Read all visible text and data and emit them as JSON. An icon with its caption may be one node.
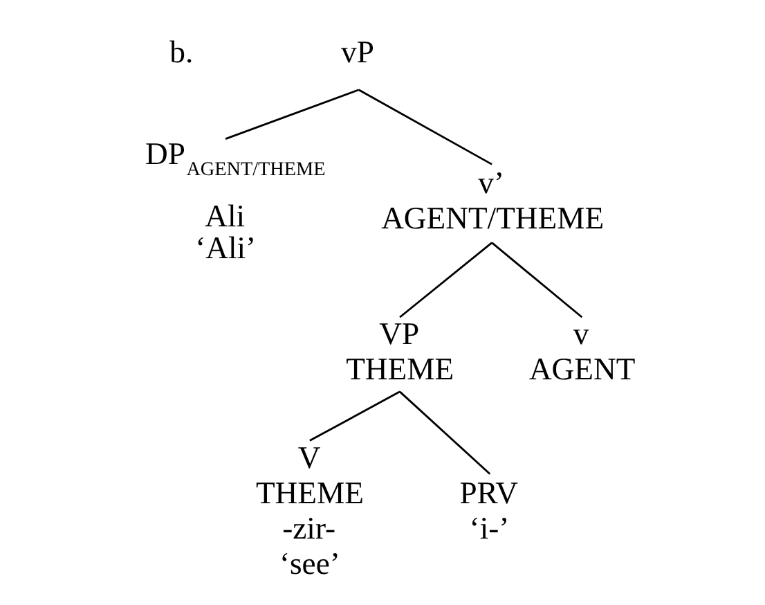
{
  "diagram": {
    "nodes": [
      {
        "text": [
          "vP"
        ]
      },
      {
        "text": [
          "DP$_{AGENT/THEME}$",
          "Ali",
          "‘Ali’"
        ]
      },
      {
        "text": [
          "v’",
          "AGENT/THEME"
        ]
      },
      {
        "text": [
          "VP",
          "THEME"
        ]
      },
      {
        "text": [
          "v",
          "AGENT"
        ]
      },
      {
        "text": [
          "V",
          "THEME",
          "-zir-",
          "‘see’"
        ]
      },
      {
        "text": [
          "PRV",
          "‘i-’"
        ]
      }
    ],
    "edges": [
      {
        "from": 0,
        "to": 1,
        "arrow": "none"
      },
      {
        "from": 0,
        "to": 2,
        "arrow": "none"
      },
      {
        "from": 2,
        "to": 3,
        "arrow": "none"
      },
      {
        "from": 2,
        "to": 4,
        "arrow": "none"
      },
      {
        "from": 3,
        "to": 5,
        "arrow": "none"
      },
      {
        "from": 3,
        "to": 6,
        "arrow": "none"
      }
    ],
    "labels": [
      "b."
    ]
  }
}
